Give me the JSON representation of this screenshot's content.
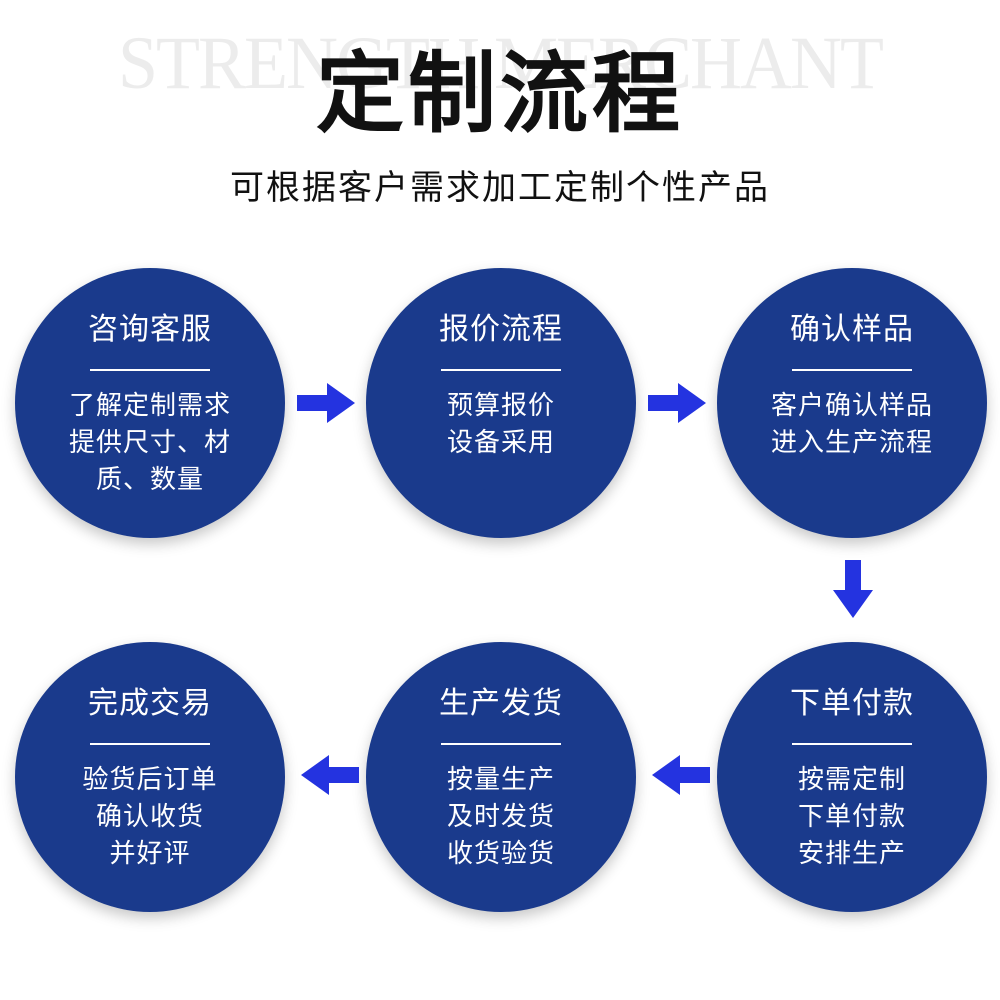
{
  "watermark": "STRENGTH MERCHANT",
  "title": "定制流程",
  "subtitle": "可根据客户需求加工定制个性产品",
  "colors": {
    "circle": "#1a3a8c",
    "arrow": "#2433e0"
  },
  "steps": [
    {
      "title": "咨询客服",
      "lines": [
        "了解定制需求",
        "提供尺寸、材",
        "质、数量"
      ]
    },
    {
      "title": "报价流程",
      "lines": [
        "预算报价",
        "设备采用"
      ]
    },
    {
      "title": "确认样品",
      "lines": [
        "客户确认样品",
        "进入生产流程"
      ]
    },
    {
      "title": "下单付款",
      "lines": [
        "按需定制",
        "下单付款",
        "安排生产"
      ]
    },
    {
      "title": "生产发货",
      "lines": [
        "按量生产",
        "及时发货",
        "收货验货"
      ]
    },
    {
      "title": "完成交易",
      "lines": [
        "验货后订单",
        "确认收货",
        "并好评"
      ]
    }
  ]
}
